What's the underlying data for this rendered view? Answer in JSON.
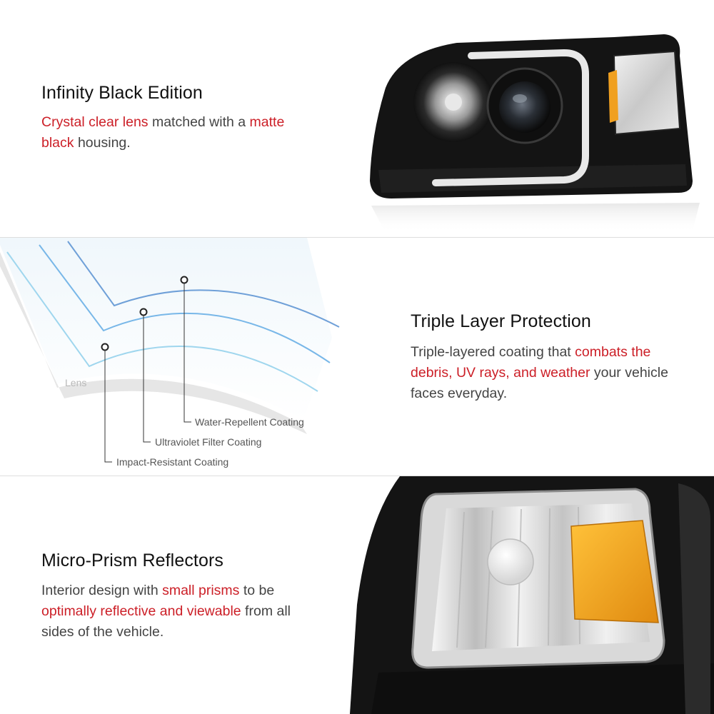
{
  "sections": [
    {
      "title": "Infinity Black Edition",
      "body": {
        "p1": "Crystal clear lens",
        "p2": " matched with a ",
        "p3": "matte black",
        "p4": " housing."
      }
    },
    {
      "title": "Triple Layer Protection",
      "body": {
        "p1": "Triple-layered coating that ",
        "p2": "combats the debris, UV rays, and weather",
        "p3": " your vehicle faces everyday."
      }
    },
    {
      "title": "Micro-Prism Reflectors",
      "body": {
        "p1": "Interior design with ",
        "p2": "small prisms",
        "p3": " to be ",
        "p4": "optimally reflective and viewable",
        "p5": " from all sides of the vehicle."
      }
    }
  ],
  "diagram": {
    "lens_label": "Lens",
    "layers": [
      "Water-Repellent Coating",
      "Ultraviolet Filter Coating",
      "Impact-Resistant Coating"
    ]
  },
  "colors": {
    "highlight": "#cc1f27",
    "heading": "#111111",
    "body": "#444444",
    "divider": "#dedede",
    "housing": "#141414",
    "amber": "#f0a020"
  },
  "images": {
    "headlight": "headlight-assembly-icon",
    "corner_lamp": "corner-lamp-closeup-icon"
  }
}
